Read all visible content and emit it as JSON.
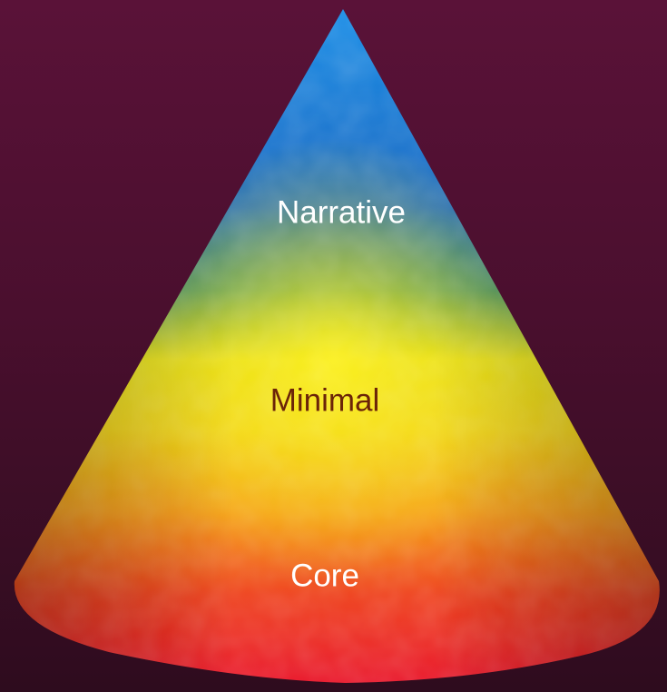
{
  "diagram": {
    "layers": [
      {
        "id": "narrative",
        "label": "Narrative",
        "label_color": "#ffffff"
      },
      {
        "id": "minimal",
        "label": "Minimal",
        "label_color": "#6b2408"
      },
      {
        "id": "core",
        "label": "Core",
        "label_color": "#ffffff"
      }
    ]
  },
  "colors": {
    "background_top": "#5a1238",
    "background_bottom": "#2e0c1e",
    "cone_top": "#1a8fe8",
    "cone_upper": "#1565c0",
    "cone_middle": "#f2ea14",
    "cone_lower": "#f7a313",
    "cone_base": "#e8102a"
  }
}
